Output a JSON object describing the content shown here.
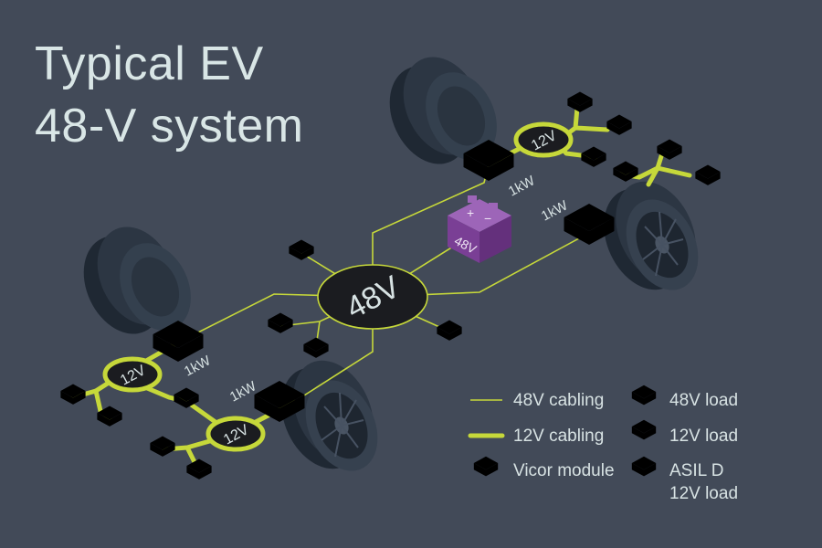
{
  "title": {
    "line1": "Typical EV",
    "line2": "48-V system"
  },
  "hub": {
    "label": "48V"
  },
  "battery": {
    "label": "48V",
    "plus": "+",
    "minus": "−"
  },
  "converters": [
    {
      "label": "12V"
    },
    {
      "label": "12V"
    },
    {
      "label": "12V"
    }
  ],
  "modules": [
    {
      "label": "1kW"
    },
    {
      "label": "1kW"
    },
    {
      "label": "1kW"
    },
    {
      "label": "1kW"
    }
  ],
  "legend": {
    "cabling_48v": "48V cabling",
    "cabling_12v": "12V cabling",
    "vicor_module": "Vicor module",
    "load_48v": "48V load",
    "load_12v": "12V load",
    "asil_line1": "ASIL D",
    "asil_line2": "12V load"
  },
  "colors": {
    "background": "#424a58",
    "cable_48v": "#c6d83a",
    "cable_12v": "#c6d83a",
    "vicor_module": "#1f74c2",
    "load_48v": "#8b4fa6",
    "load_12v": "#1fb3a0",
    "asil_d": "#ec6a2c",
    "hub": "#1b1c20",
    "tire": "#2a3442"
  }
}
